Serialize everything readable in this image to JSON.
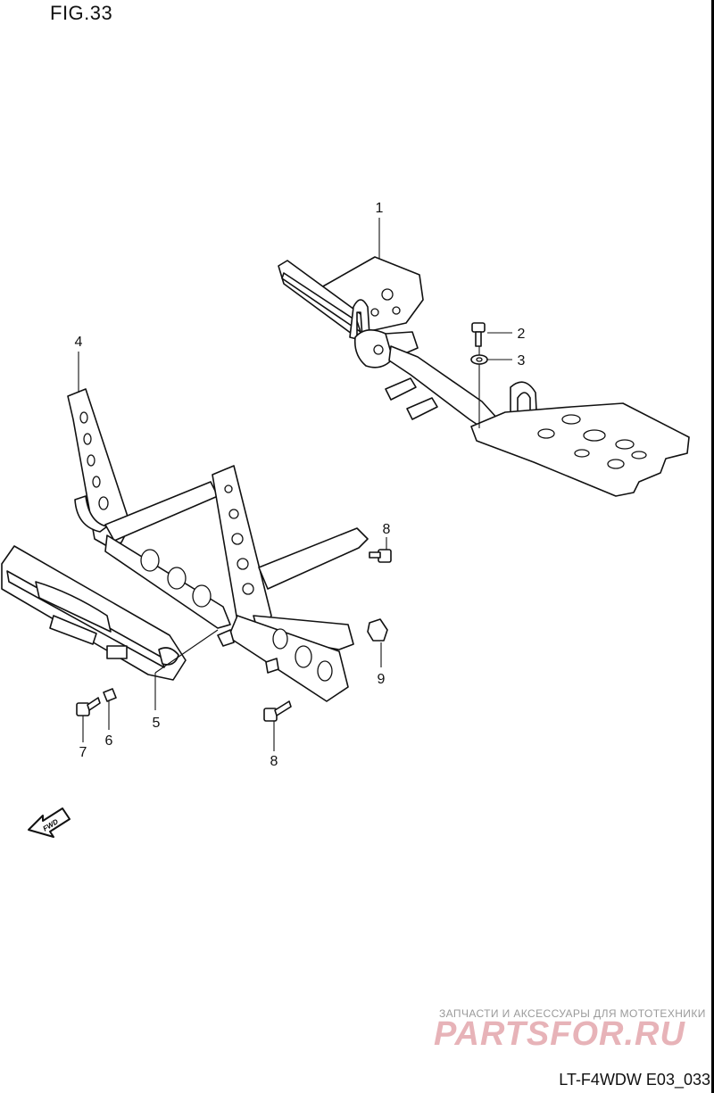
{
  "figure": {
    "title": "FIG.33",
    "code": "LT-F4WDW E03_033"
  },
  "watermark": {
    "tagline": "ЗАПЧАСТИ И АКСЕССУАРЫ ДЛЯ МОТОТЕХНИКИ",
    "logo": "PARTSFOR.RU"
  },
  "fwd_label": "FWD",
  "callouts": [
    {
      "id": "1",
      "label": "1"
    },
    {
      "id": "2",
      "label": "2"
    },
    {
      "id": "3",
      "label": "3"
    },
    {
      "id": "4",
      "label": "4"
    },
    {
      "id": "5",
      "label": "5"
    },
    {
      "id": "6",
      "label": "6"
    },
    {
      "id": "7",
      "label": "7"
    },
    {
      "id": "8a",
      "label": "8"
    },
    {
      "id": "8b",
      "label": "8"
    },
    {
      "id": "9",
      "label": "9"
    }
  ]
}
